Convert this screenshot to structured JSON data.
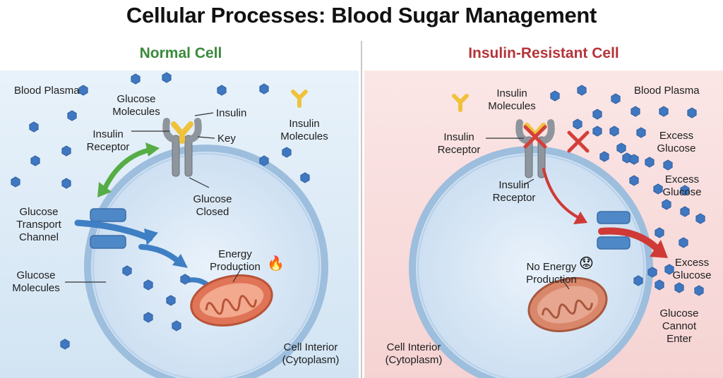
{
  "title": "Cellular Processes: Blood Sugar Management",
  "normal": {
    "panel_title": "Normal Cell",
    "blood_plasma": "Blood Plasma",
    "glucose_molecules_top": "Glucose\nMolecules",
    "insulin": "Insulin",
    "key": "Key",
    "insulin_receptor": "Insulin\nReceptor",
    "insulin_molecules": "Insulin\nMolecules",
    "glucose_closed": "Glucose\nClosed",
    "glucose_transport_channel": "Glucose\nTransport\nChannel",
    "energy_production": "Energy\nProduction",
    "glucose_molecules_inside": "Glucose\nMolecules",
    "cell_interior": "Cell Interior\n(Cytoplasm)"
  },
  "resistant": {
    "panel_title": "Insulin-Resistant Cell",
    "insulin_molecules": "Insulin\nMolecules",
    "blood_plasma": "Blood Plasma",
    "insulin_receptor_outer": "Insulin\nReceptor",
    "insulin_receptor_inner": "Insulin\nReceptor",
    "excess_glucose_1": "Excess\nGlucose",
    "excess_glucose_2": "Excess\nGlucose",
    "excess_glucose_3": "Excess\nGlucose",
    "no_energy_production": "No Energy\nProduction",
    "glucose_cannot_enter": "Glucose\nCannot\nEnter",
    "cell_interior": "Cell Interior\n(Cytoplasm)"
  },
  "colors": {
    "normal_bg": "#dcebf6",
    "resistant_bg": "#f8dcdc",
    "membrane": "#8fb4d8",
    "cytoplasm": "#cfe2f3",
    "glucose": "#3f77c0",
    "insulin": "#f0c23c",
    "receptor": "#8f959c",
    "channel": "#4f88c7",
    "mitochondria": "#e07457",
    "green_arrow": "#56ad46",
    "red_arrow": "#cf3a36",
    "block_x": "#d43f3a"
  },
  "icons": {
    "energy": "fire-icon",
    "no_energy": "sad-face-icon"
  }
}
